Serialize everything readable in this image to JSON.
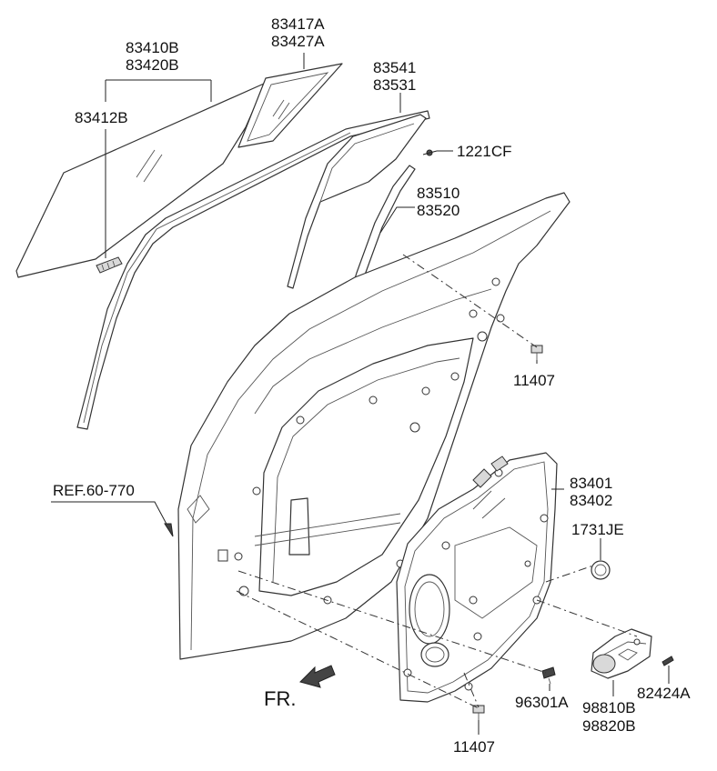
{
  "labels": {
    "glass_main": [
      "83410B",
      "83420B"
    ],
    "glass_quarter": [
      "83417A",
      "83427A"
    ],
    "glass_clip": "83412B",
    "channel_run": [
      "83541",
      "83531"
    ],
    "screw": "1221CF",
    "channel_rear": [
      "83510",
      "83520"
    ],
    "bolt_upper": "11407",
    "reference": "REF.60-770",
    "module_panel": [
      "83401",
      "83402"
    ],
    "grommet": "1731JE",
    "clip_bolt": "96301A",
    "motor": [
      "98810B",
      "98820B"
    ],
    "motor_bolt": "82424A",
    "bolt_lower": "11407",
    "front_marker": "FR."
  },
  "colors": {
    "line": "#333333",
    "text": "#111111",
    "background": "#ffffff"
  },
  "icons": {
    "front_direction": "front-arrow-icon"
  }
}
